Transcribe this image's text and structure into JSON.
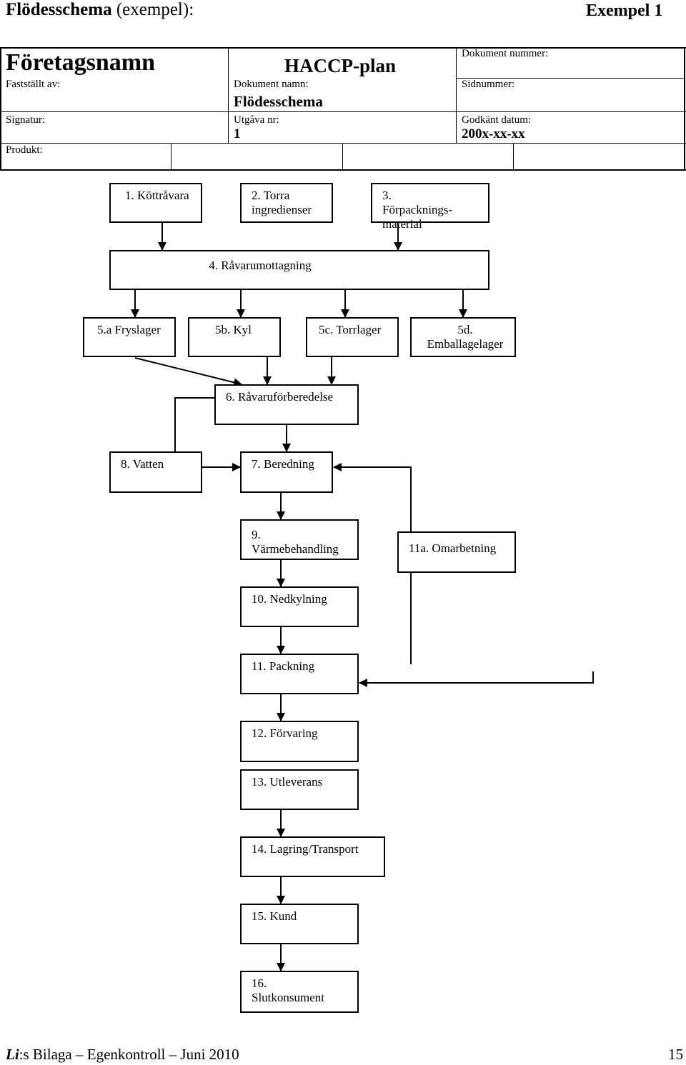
{
  "page": {
    "title_bold": "Flödesschema",
    "title_rest": " (exempel):",
    "example_label": "Exempel 1"
  },
  "header": {
    "company": "Företagsnamn",
    "plan_title": "HACCP-plan",
    "doc_number_label": "Dokument nummer:",
    "established_by_label": "Fastställt av:",
    "doc_name_label": "Dokument namn:",
    "doc_name_value": "Flödesschema",
    "page_number_label": "Sidnummer:",
    "signature_label": "Signatur:",
    "issue_label": "Utgåva nr:",
    "issue_value": "1",
    "approved_date_label": "Godkänt datum:",
    "approved_date_value": "200x-xx-xx",
    "product_label": "Produkt:"
  },
  "steps": {
    "s1": "1. Köttråvara",
    "s2": "2. Torra ingredienser",
    "s3": "3. Förpacknings-material",
    "s4": "4. Råvarumottagning",
    "s5a": "5.a Fryslager",
    "s5b": "5b. Kyl",
    "s5c": "5c. Torrlager",
    "s5d": "5d. Emballagelager",
    "s6": "6. Råvaruförberedelse",
    "s7": "7. Beredning",
    "s8": "8. Vatten",
    "s9": "9. Värmebehandling",
    "s10": "10. Nedkylning",
    "s11": "11. Packning",
    "s11a": "11a. Omarbetning",
    "s12": "12. Förvaring",
    "s13": "13. Utleverans",
    "s14": "14. Lagring/Transport",
    "s15": "15. Kund",
    "s16": "16. Slutkonsument"
  },
  "footer": {
    "brand": "Li",
    "text": ":s Bilaga – Egenkontroll – Juni 2010",
    "page_no": "15"
  }
}
